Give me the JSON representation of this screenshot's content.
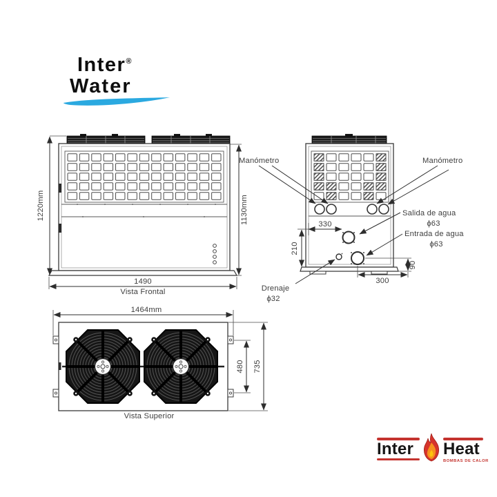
{
  "brand_top": {
    "line1": "Inter",
    "registered": "®",
    "line2": "Water"
  },
  "front_view": {
    "dim_left": "1220mm",
    "dim_right": "1130mm",
    "dim_bottom": "1490",
    "caption": "Vista Frontal"
  },
  "side_view": {
    "label_manometro_left": "Manómetro",
    "label_manometro_right": "Manómetro",
    "label_salida": "Salida de agua",
    "label_salida_dia": "ϕ63",
    "label_entrada": "Entrada de agua",
    "label_entrada_dia": "ϕ63",
    "label_drenaje": "Drenaje",
    "label_drenaje_dia": "ϕ32",
    "dim_top_hole": "330",
    "dim_left_height": "210",
    "dim_bottom": "300",
    "dim_right_height": "90"
  },
  "top_view": {
    "dim_width": "1464mm",
    "dim_fan_spacing": "480",
    "dim_depth": "735",
    "caption": "Vista Superior"
  },
  "brand_bottom": {
    "word1": "Inter",
    "word2": "Heat",
    "tagline": "BOMBAS DE CALOR"
  },
  "colors": {
    "wave_blue": "#2ba9e0",
    "heat_red": "#c4332e",
    "flame_orange": "#f6921e",
    "flame_yellow": "#fdc40d",
    "drawing_line": "#2e2e2e"
  }
}
